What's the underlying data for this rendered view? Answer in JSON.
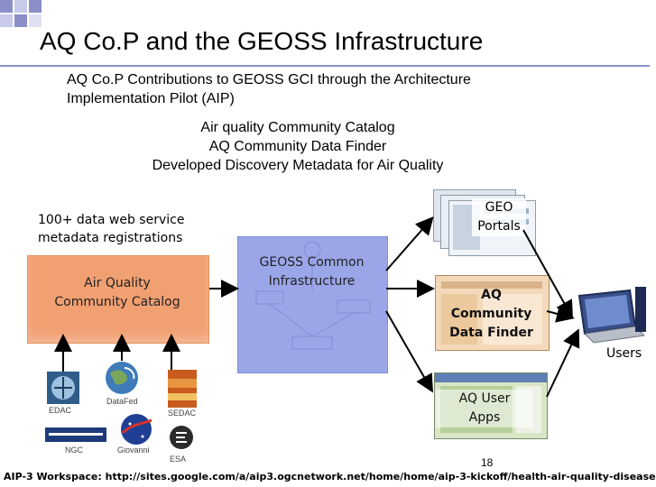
{
  "slide": {
    "title": "AQ Co.P and the GEOSS Infrastructure",
    "subtitle": "AQ Co.P Contributions to GEOSS GCI through the Architecture Implementation Pilot (AIP)",
    "center_lines": [
      "Air quality Community Catalog",
      "AQ Community Data Finder",
      "Developed Discovery Metadata for Air Quality"
    ],
    "page_number": "18",
    "footer": "AIP-3 Workspace: http://sites.google.com/a/aip3.ogcnetwork.net/home/home/aip-3-kickoff/health-air-quality-disease"
  },
  "diagram": {
    "registrations_label": "100+ data web service metadata registrations",
    "catalog_label": "Air Quality Community Catalog",
    "gci_label": "GEOSS Common Infrastructure",
    "geo_portals_label": "GEO Portals",
    "data_finder_label": "AQ Community Data Finder",
    "user_apps_label": "AQ User Apps",
    "users_label": "Users",
    "providers": [
      "EDAC",
      "DataFed",
      "SEDAC",
      "NGC",
      "Giovanni",
      "ESA"
    ]
  },
  "colors": {
    "catalog_box": "#f1a072",
    "gci_box": "#9aa6e8",
    "accent_squares": "#8a8fc8"
  }
}
